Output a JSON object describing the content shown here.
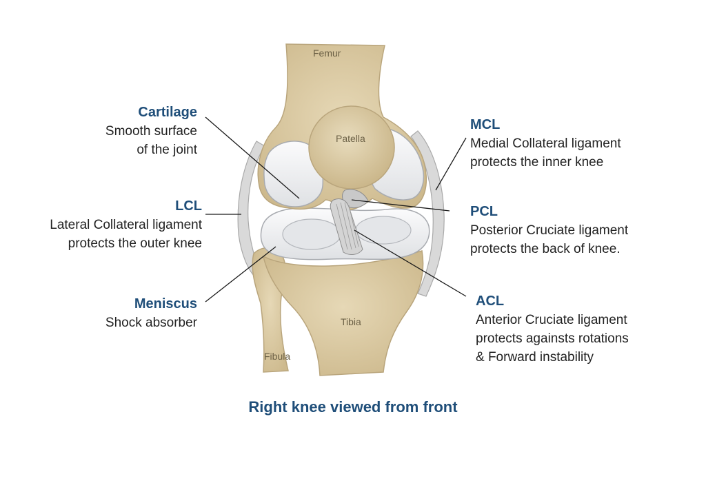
{
  "bones": {
    "femur": "Femur",
    "patella": "Patella",
    "tibia": "Tibia",
    "fibula": "Fibula"
  },
  "labels": {
    "cartilage": {
      "title": "Cartilage",
      "lines": [
        "Smooth surface",
        "of the joint"
      ]
    },
    "lcl": {
      "title": "LCL",
      "lines": [
        "Lateral Collateral ligament",
        "protects the outer knee"
      ]
    },
    "meniscus": {
      "title": "Meniscus",
      "lines": [
        "Shock absorber"
      ]
    },
    "mcl": {
      "title": "MCL",
      "lines": [
        "Medial Collateral ligament",
        "protects the inner knee"
      ]
    },
    "pcl": {
      "title": "PCL",
      "lines": [
        "Posterior Cruciate ligament",
        "protects the back of knee."
      ]
    },
    "acl": {
      "title": "ACL",
      "lines": [
        "Anterior Cruciate ligament",
        "protects againsts rotations",
        "& Forward instability"
      ]
    }
  },
  "caption": "Right knee viewed from front",
  "colors": {
    "bone": "#dccca6",
    "bone_outline": "#b9a57c",
    "cartilage": "#f1f2f4",
    "ligament": "#d7d7d7",
    "label_title": "#1f4e79",
    "caption": "#1f4e79"
  }
}
